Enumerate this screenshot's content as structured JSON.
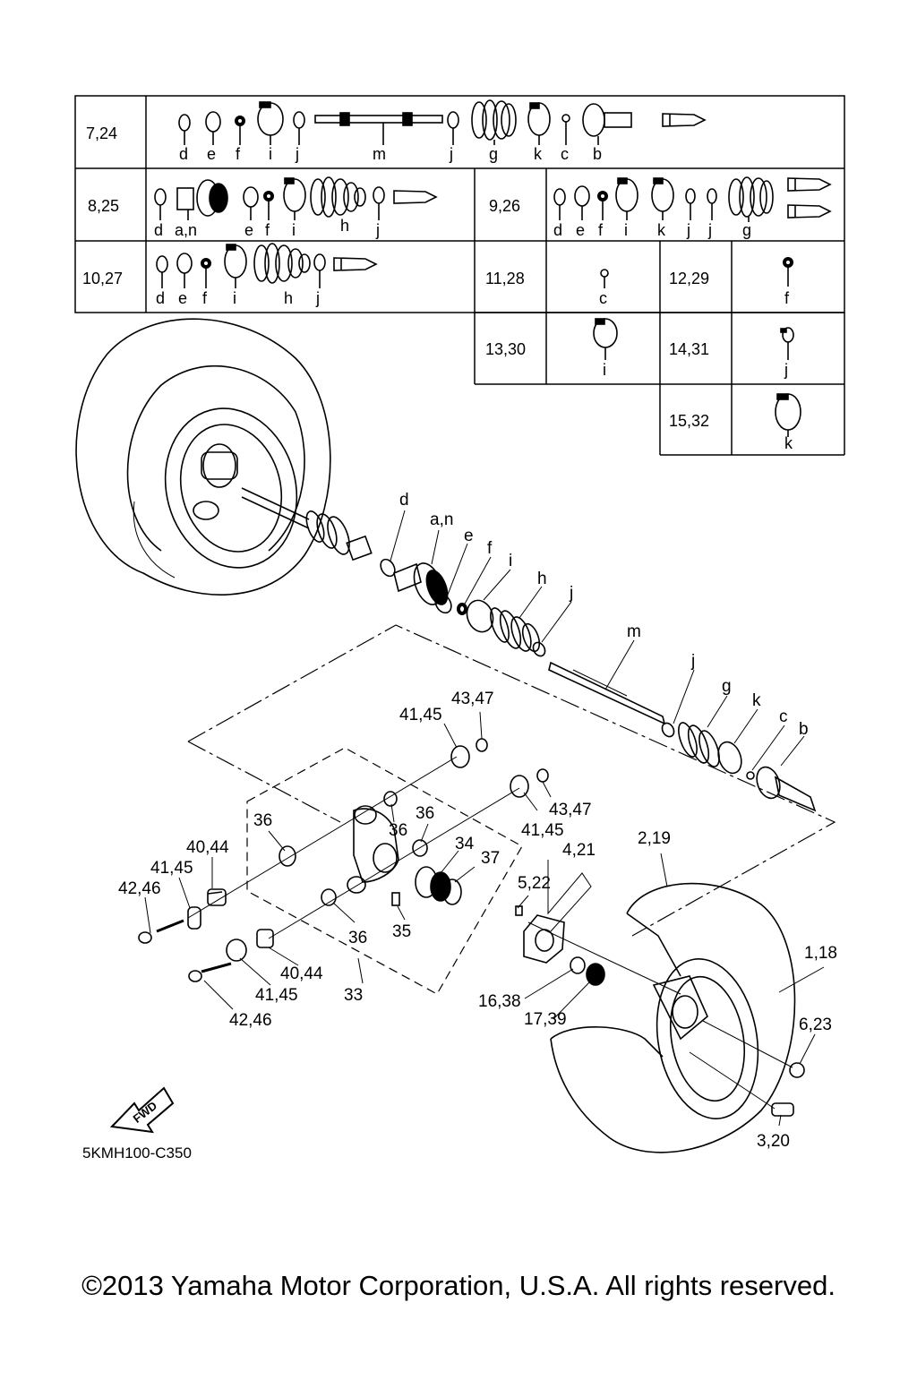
{
  "table": {
    "rows": [
      {
        "ref": "7,24",
        "parts": [
          "d",
          "e",
          "f",
          "i",
          "j",
          "m",
          "j",
          "g",
          "k",
          "c",
          "b"
        ]
      },
      {
        "ref": "8,25",
        "parts": [
          "d",
          "a,n",
          "e",
          "f",
          "i",
          "h",
          "j"
        ]
      },
      {
        "ref": "9,26",
        "parts": [
          "d",
          "e",
          "f",
          "i",
          "k",
          "j",
          "j",
          "g"
        ]
      },
      {
        "ref": "10,27",
        "parts": [
          "d",
          "e",
          "f",
          "i",
          "h",
          "j"
        ]
      },
      {
        "ref": "11,28",
        "parts": [
          "c"
        ]
      },
      {
        "ref": "12,29",
        "parts": [
          "f"
        ]
      },
      {
        "ref": "13,30",
        "parts": [
          "i"
        ]
      },
      {
        "ref": "14,31",
        "parts": [
          "j"
        ]
      },
      {
        "ref": "15,32",
        "parts": [
          "k"
        ]
      }
    ]
  },
  "callouts": {
    "d": "d",
    "an": "a,n",
    "e": "e",
    "f": "f",
    "i": "i",
    "h": "h",
    "j1": "j",
    "m": "m",
    "j2": "j",
    "g": "g",
    "k": "k",
    "c": "c",
    "b": "b",
    "c4145a": "41,45",
    "c4347a": "43,47",
    "c36a": "36",
    "c36b": "36",
    "c36c": "36",
    "c4347b": "43,47",
    "c4145b": "41,45",
    "c34": "34",
    "c37": "37",
    "c4021": "4,21",
    "c219": "2,19",
    "c4044a": "40,44",
    "c4145c": "41,45",
    "c4246a": "42,46",
    "c522": "5,22",
    "c35": "35",
    "c36d": "36",
    "c118": "1,18",
    "c4044b": "40,44",
    "c4145d": "41,45",
    "c33": "33",
    "c1638": "16,38",
    "c1739": "17,39",
    "c4246b": "42,46",
    "c623": "6,23",
    "c320": "3,20"
  },
  "fwd_label": "FWD",
  "diagram_code": "5KMH100-C350",
  "copyright": "©2013 Yamaha Motor Corporation, U.S.A. All rights reserved."
}
